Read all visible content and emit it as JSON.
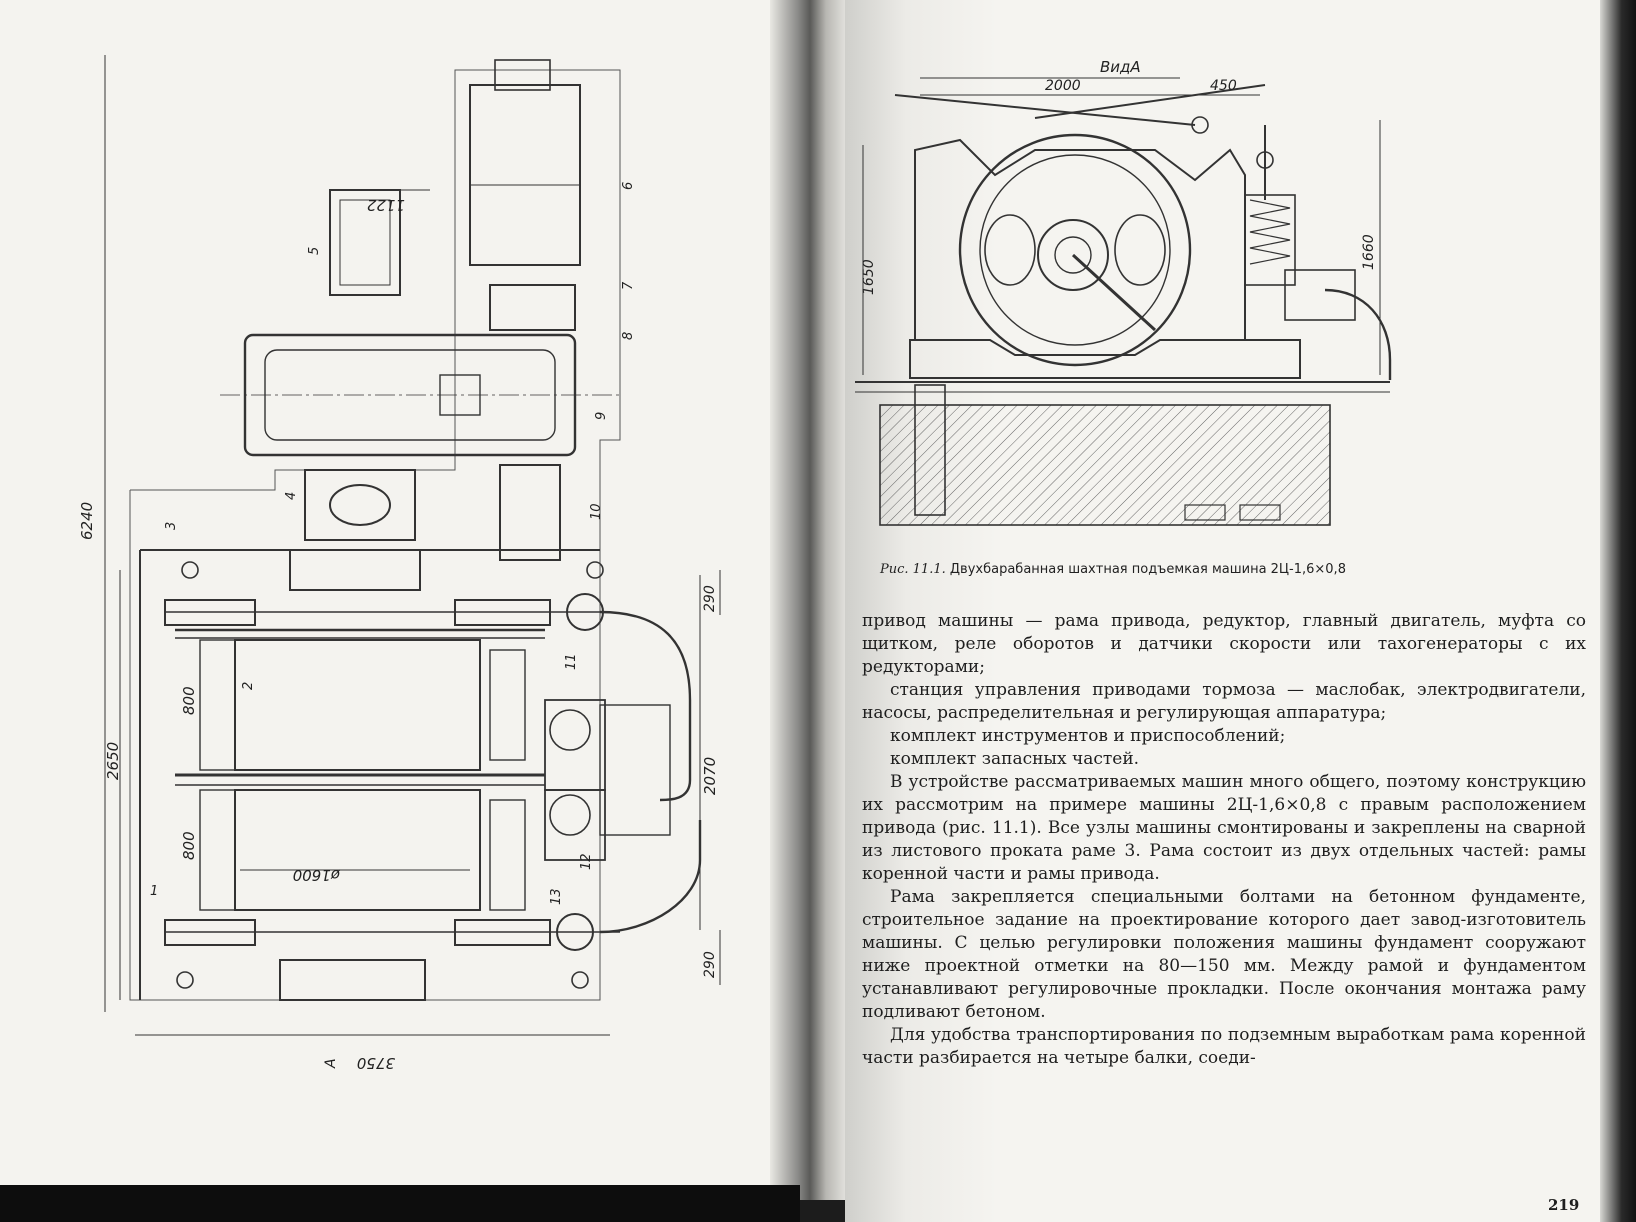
{
  "left_figure": {
    "dimensions": {
      "total_length": "6240",
      "drum_span": "2650",
      "drum_width_top": "800",
      "drum_width_bottom": "800",
      "drum_diameter": "ø1600",
      "motor_offset": "1122",
      "width": "3750",
      "right_span": "2070",
      "top_gap": "290",
      "bottom_gap": "290"
    },
    "callouts": [
      "1",
      "2",
      "3",
      "4",
      "5",
      "6",
      "7",
      "8",
      "9",
      "10",
      "11",
      "12",
      "13"
    ],
    "view_arrow": "A"
  },
  "right_figure": {
    "view_label": "ВидА",
    "dim_left": "2000",
    "dim_right": "450",
    "height_left": "1650",
    "height_right": "1660"
  },
  "caption": {
    "label": "Рис. 11.1.",
    "text": "Двухбарабанная шахтная подъемкая машина 2Ц-1,6×0,8"
  },
  "paragraphs": [
    "привод машины — рама привода, редуктор, главный двигатель, муфта со щитком, реле оборотов и датчики скорости или тахогенераторы с их редукторами;",
    "станция управления приводами тормоза — маслобак, электродвигатели, насосы, распределительная и регулирующая аппаратура;",
    "комплект инструментов и приспособлений;",
    "комплект запасных частей.",
    "В устройстве рассматриваемых машин много общего, поэтому конструкцию их рассмотрим на примере машины 2Ц-1,6×0,8 с правым расположением привода (рис. 11.1). Все узлы машины смонтированы и закреплены на сварной из листового проката раме 3. Рама состоит из двух отдельных частей: рамы коренной части и рамы привода.",
    "Рама закрепляется специальными болтами на бетонном фундаменте, строительное задание на проектирование которого дает завод-изготовитель машины. С целью регулировки положения машины фундамент сооружают ниже проектной отметки на 80—150 мм. Между рамой и фундаментом устанавливают регулировочные прокладки. После окончания монтажа раму подливают бетоном.",
    "Для удобства транспортирования по подземным выработкам рама коренной части разбирается на четыре балки, соеди-"
  ],
  "page_number": "219"
}
